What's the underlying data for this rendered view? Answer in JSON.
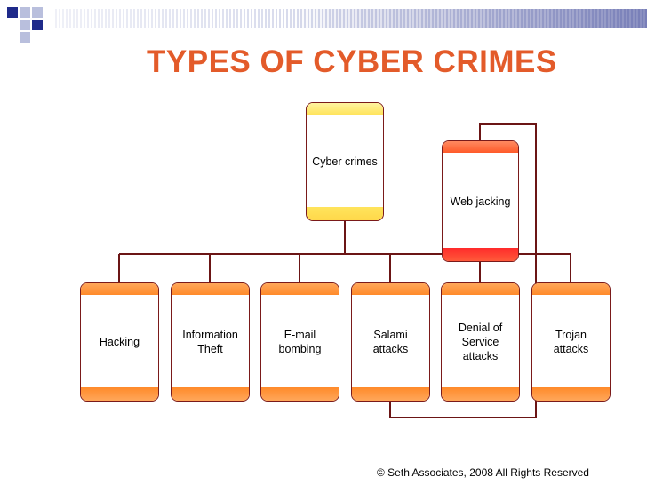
{
  "slide": {
    "title": "TYPES OF CYBER CRIMES"
  },
  "diagram": {
    "root": {
      "label": "Cyber crimes"
    },
    "side_node": {
      "label": "Web jacking"
    },
    "children": [
      {
        "label": "Hacking"
      },
      {
        "label": "Information\nTheft"
      },
      {
        "label": "E-mail\nbombing"
      },
      {
        "label": "Salami\nattacks"
      },
      {
        "label": "Denial of\nService\nattacks"
      },
      {
        "label": "Trojan\nattacks"
      }
    ]
  },
  "footer": {
    "text": "© Seth Associates, 2008 All Rights Reserved"
  },
  "colors": {
    "title": "#e35b2a",
    "root_label": "#e35b2a",
    "connector": "#6b1515",
    "band_orange": "#ff8a2a",
    "band_yellow": "#ffe45c",
    "band_red": "#ff3a2a",
    "accent_squares": "#1f2a8a"
  }
}
